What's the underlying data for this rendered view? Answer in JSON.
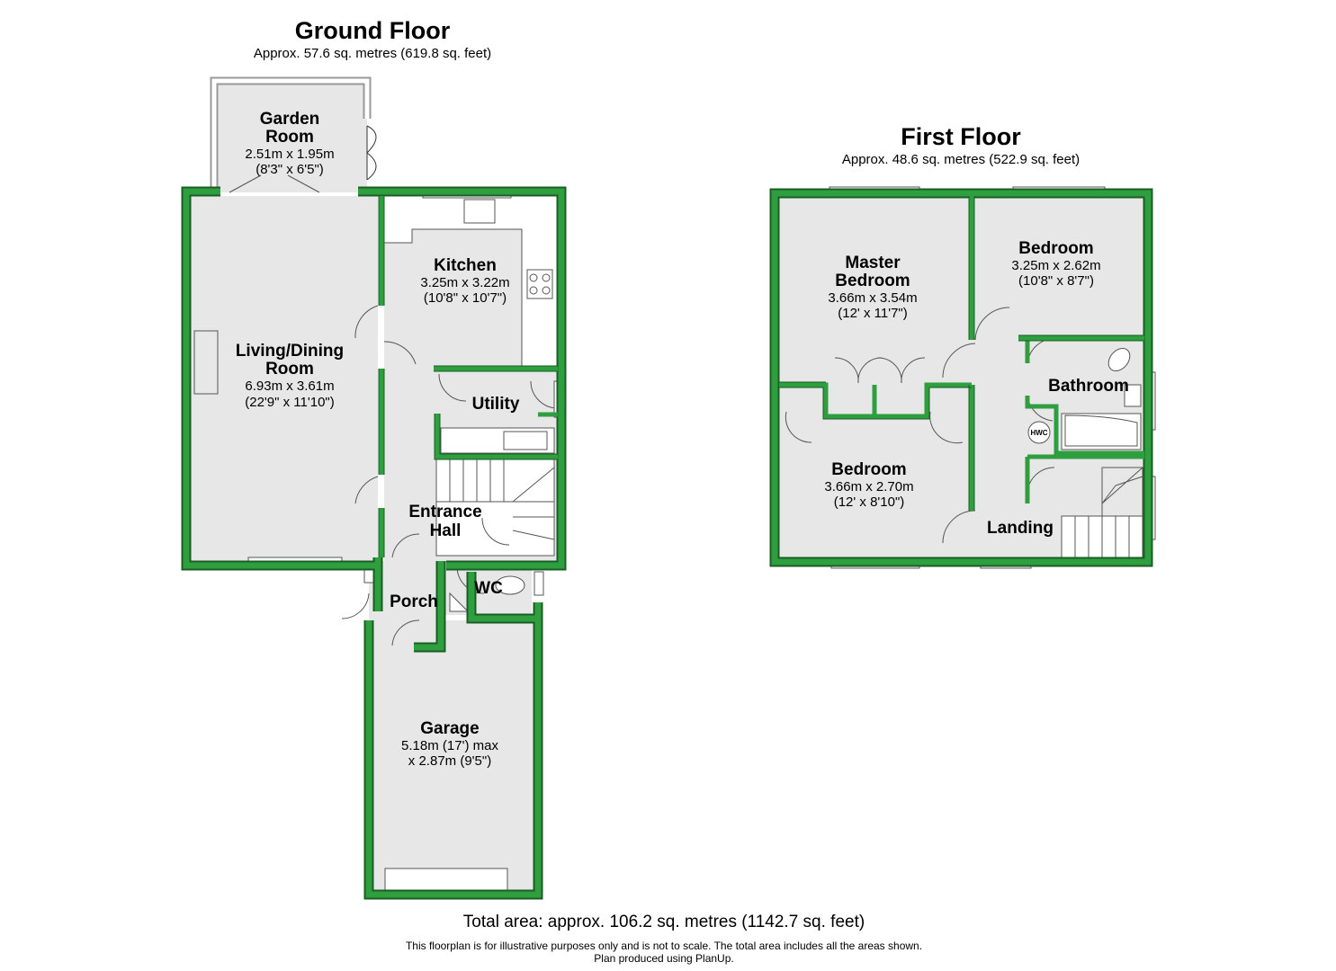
{
  "ground_floor": {
    "title": "Ground Floor",
    "area": "Approx. 57.6 sq. metres (619.8 sq. feet)",
    "rooms": {
      "garden_room": {
        "name_1": "Garden",
        "name_2": "Room",
        "dims": "2.51m x 1.95m",
        "dims_imperial": "(8'3\" x 6'5\")"
      },
      "living_dining": {
        "name_1": "Living/Dining",
        "name_2": "Room",
        "dims": "6.93m x 3.61m",
        "dims_imperial": "(22'9\" x 11'10\")"
      },
      "kitchen": {
        "name": "Kitchen",
        "dims": "3.25m x 3.22m",
        "dims_imperial": "(10'8\" x 10'7\")"
      },
      "utility": {
        "name": "Utility"
      },
      "entrance_hall": {
        "name_1": "Entrance",
        "name_2": "Hall"
      },
      "wc": {
        "name": "WC"
      },
      "porch": {
        "name": "Porch"
      },
      "garage": {
        "name": "Garage",
        "dims": "5.18m (17') max",
        "dims_imperial": "x 2.87m (9'5\")"
      }
    }
  },
  "first_floor": {
    "title": "First Floor",
    "area": "Approx. 48.6 sq. metres (522.9 sq. feet)",
    "rooms": {
      "master_bedroom": {
        "name_1": "Master",
        "name_2": "Bedroom",
        "dims": "3.66m x 3.54m",
        "dims_imperial": "(12' x 11'7\")"
      },
      "bedroom_2": {
        "name": "Bedroom",
        "dims": "3.25m x 2.62m",
        "dims_imperial": "(10'8\" x 8'7\")"
      },
      "bedroom_3": {
        "name": "Bedroom",
        "dims": "3.66m x 2.70m",
        "dims_imperial": "(12' x 8'10\")"
      },
      "bathroom": {
        "name": "Bathroom"
      },
      "landing": {
        "name": "Landing"
      },
      "hwc": {
        "label": "HWC"
      }
    }
  },
  "footer": {
    "total": "Total area: approx. 106.2 sq. metres (1142.7 sq. feet)",
    "note": "This floorplan is for illustrative purposes only and is not to scale. The total area includes all the areas shown.",
    "credit": "Plan produced using PlanUp."
  },
  "colors": {
    "wall": "#2e9e3f",
    "wall_outline": "#1a5e24",
    "floor": "#e7e7e7",
    "fixture": "#ffffff"
  }
}
